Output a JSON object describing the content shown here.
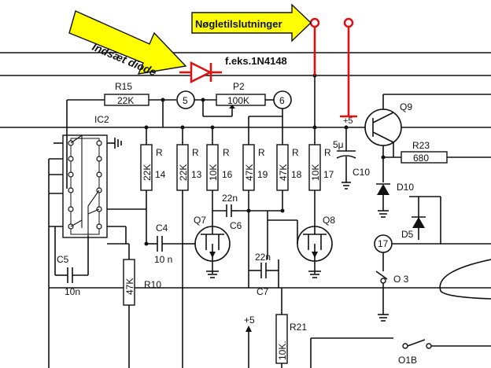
{
  "annotations": {
    "insert_diode": "Indsæt diode",
    "key_connections": "Nøgletilslutninger",
    "diode_example": "f.eks.1N4148",
    "arrow_color": "#ffff00",
    "highlight_color": "#e01010"
  },
  "components": {
    "r15": "R15",
    "r15_val": "22K",
    "p2": "P2",
    "p2_val": "100K",
    "node5": "5",
    "node6": "6",
    "node17": "17",
    "ic2": "IC2",
    "r14": "R",
    "r14_num": "14",
    "r14_val": "22K",
    "r13": "R",
    "r13_num": "13",
    "r13_val": "22K",
    "r16": "R",
    "r16_num": "16",
    "r16_val": "10K",
    "r19": "R",
    "r19_num": "19",
    "r19_val": "47K",
    "r18": "R",
    "r18_num": "18",
    "r18_val": "47K",
    "r17": "R",
    "r17_num": "17",
    "r17_val": "10K",
    "c6_val": "22n",
    "c6": "C6",
    "q7": "Q7",
    "q8": "Q8",
    "q9": "Q9",
    "c4": "C4",
    "c4_val": "10 n",
    "c5": "C5",
    "c5_val": "10n",
    "r10": "R10",
    "r10_val": "47K",
    "c7_val": "22n",
    "c7": "C7",
    "plus5": "+5",
    "plus5b": "+5",
    "c10_val": "5μ",
    "c10": "C10",
    "r23": "R23",
    "r23_val": "680",
    "d10": "D10",
    "d5": "D5",
    "o3": "O 3",
    "r21": "R21",
    "r21_val": "10K.",
    "o1b": "O1B"
  }
}
